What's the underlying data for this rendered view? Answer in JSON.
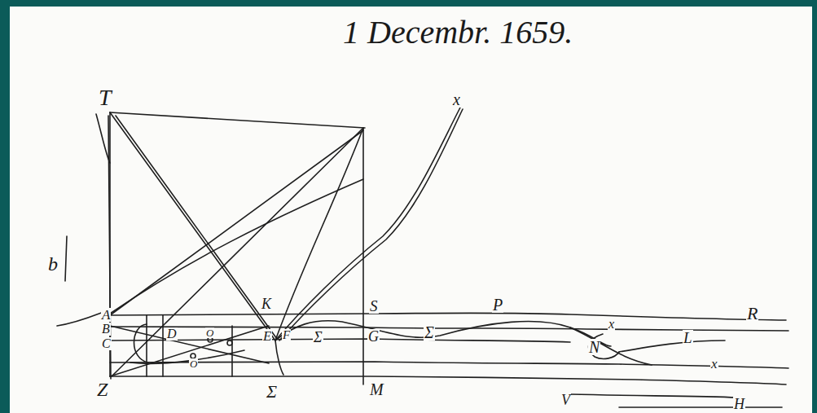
{
  "diagram": {
    "labels": [
      "1 Decembr. 1659.",
      "T",
      "b",
      "A",
      "B",
      "C",
      "Z",
      "D",
      "O",
      "O",
      "K",
      "E",
      "F",
      "S",
      "G",
      "M",
      "Σ",
      "Σ",
      "Σ",
      "x",
      "P",
      "R",
      "x",
      "N",
      "L",
      "x",
      "V",
      "H"
    ]
  }
}
